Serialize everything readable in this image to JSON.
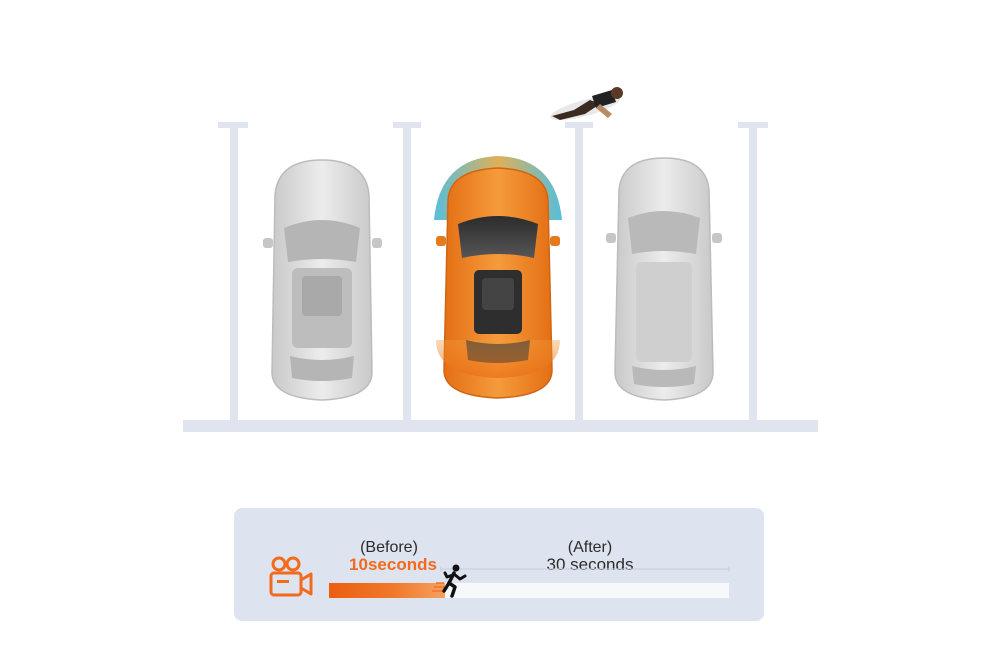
{
  "timeline": {
    "before_label": "(Before)",
    "before_duration": "10seconds",
    "after_label": "(After)",
    "after_duration": "30 seconds",
    "recorded_fraction": 0.29,
    "accent_color": "#f26b1d"
  },
  "icons": {
    "camera": "video-camera-icon",
    "runner": "running-person-icon",
    "pedestrian": "walking-person-icon"
  },
  "colors": {
    "highlight_car": "#f08a24",
    "parked_car": "#d9d9d9",
    "sensor_zone": "#2aa8c8",
    "parking_lines": "#dfe4ee",
    "panel_bg": "#dde3ef"
  }
}
